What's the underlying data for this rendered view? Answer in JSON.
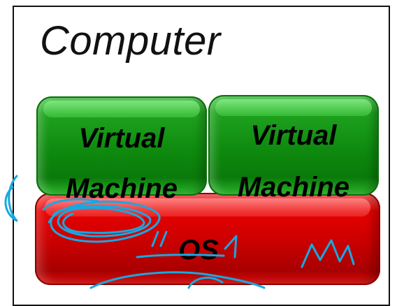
{
  "title": "Computer",
  "virtual_machines": [
    {
      "line1": "Virtual",
      "line2": "Machine"
    },
    {
      "line1": "Virtual",
      "line2": "Machine"
    }
  ],
  "os_label": "OS",
  "colors": {
    "vm_green": "#0e8a0e",
    "os_red": "#c80000",
    "annotation_ink": "#18a8e0",
    "border": "#111111"
  }
}
